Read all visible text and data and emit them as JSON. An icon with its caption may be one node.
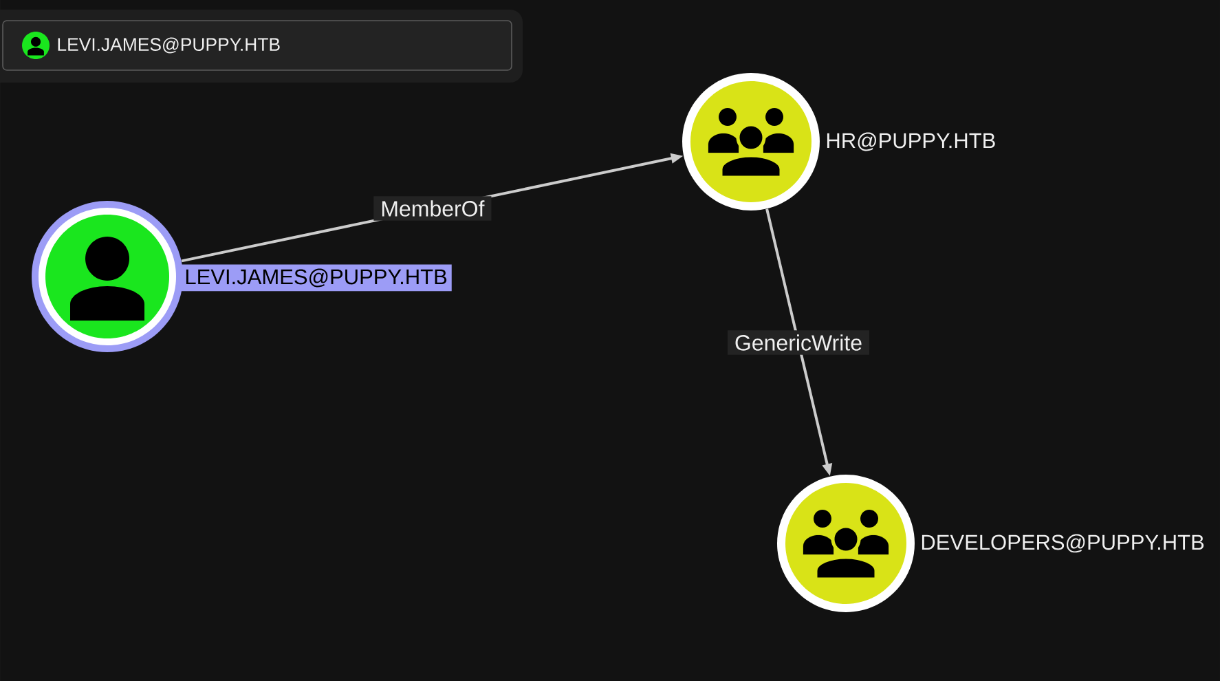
{
  "diagram": {
    "nodes": [
      {
        "text": [
          "LEVI.JAMES@PUPPY.HTB"
        ]
      },
      {
        "text": [
          "LEVI.JAMES@PUPPY.HTB"
        ]
      },
      {
        "text": [
          "HR@PUPPY.HTB"
        ]
      },
      {
        "text": [
          "DEVELOPERS@PUPPY.HTB"
        ]
      }
    ],
    "edges": [
      {
        "from": 1,
        "to": 2,
        "arrow": "to",
        "label": "MemberOf"
      },
      {
        "from": 2,
        "to": 3,
        "arrow": "to",
        "label": "GenericWrite"
      }
    ]
  }
}
